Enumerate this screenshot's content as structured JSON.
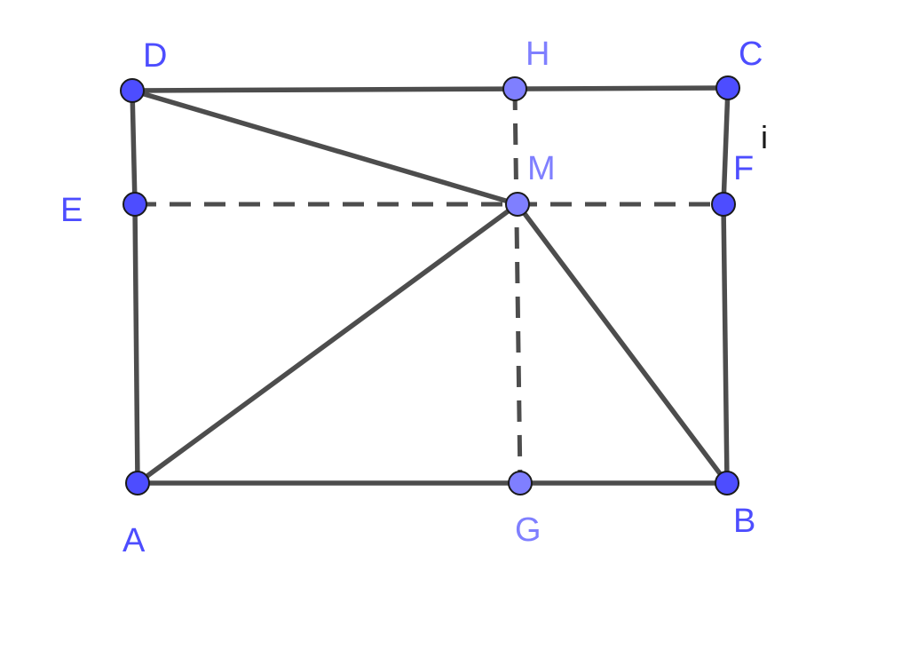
{
  "points": {
    "A": "A",
    "B": "B",
    "C": "C",
    "D": "D",
    "E": "E",
    "F": "F",
    "G": "G",
    "H": "H",
    "M": "M"
  },
  "extra_label": "i",
  "colors": {
    "segment": "#4d4d4d",
    "point_free": "#4d4dff",
    "point_dependent": "#7f7fff",
    "label": "#4d4dff",
    "label_dependent": "#7f7fff"
  }
}
